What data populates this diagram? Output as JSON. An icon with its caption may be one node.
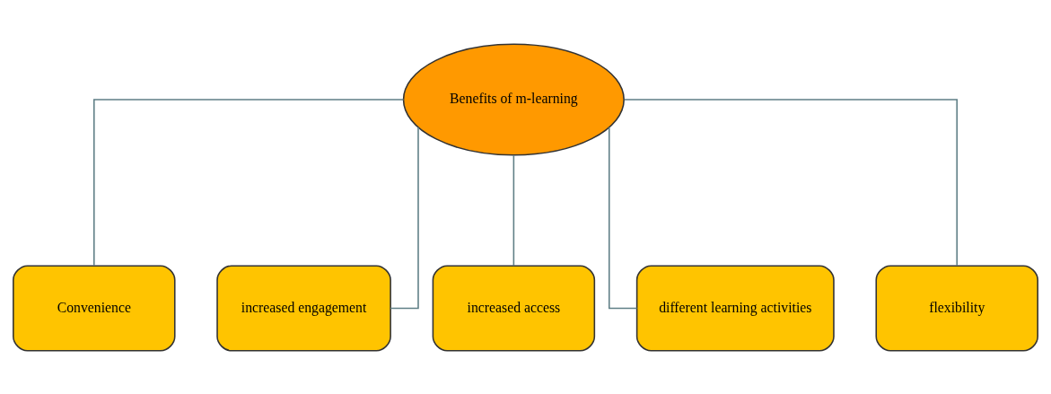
{
  "diagram": {
    "nodes": [
      {
        "text": [
          "Benefits of m-learning"
        ]
      },
      {
        "text": [
          "Convenience"
        ]
      },
      {
        "text": [
          "increased engagement"
        ]
      },
      {
        "text": [
          "increased access"
        ]
      },
      {
        "text": [
          "different learning activities"
        ]
      },
      {
        "text": [
          "flexibility"
        ]
      }
    ],
    "edges": [
      {
        "from": 0,
        "to": 1,
        "arrow": "none"
      },
      {
        "from": 0,
        "to": 2,
        "arrow": "none"
      },
      {
        "from": 0,
        "to": 3,
        "arrow": "none"
      },
      {
        "from": 0,
        "to": 4,
        "arrow": "none"
      },
      {
        "from": 0,
        "to": 5,
        "arrow": "none"
      }
    ]
  }
}
